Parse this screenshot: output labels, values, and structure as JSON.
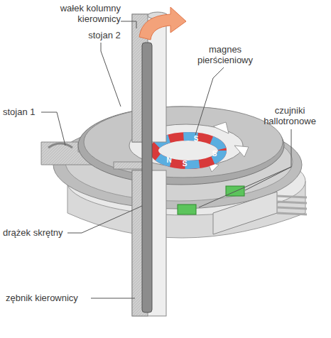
{
  "diagram": {
    "labels": [
      "wałek kolumny kierownicy",
      "magnes pierścieniowy",
      "stojan 2",
      "stojan 1",
      "czujniki hallotronowe",
      "drążek skrętny",
      "zębnik kierownicy",
      "S",
      "S",
      "N",
      "S"
    ]
  }
}
